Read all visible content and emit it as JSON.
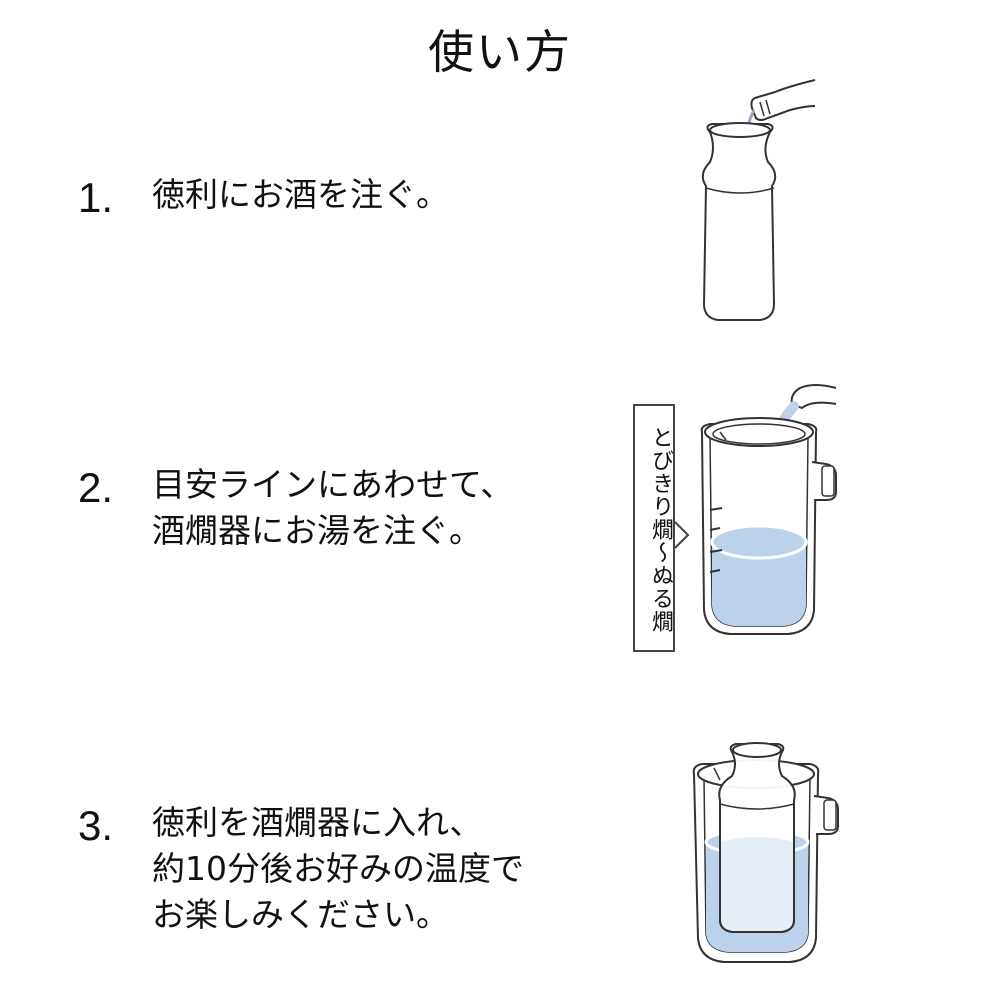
{
  "title": "使い方",
  "steps": [
    {
      "number": "1.",
      "lines": [
        "徳利にお酒を注ぐ。"
      ]
    },
    {
      "number": "2.",
      "lines": [
        "目安ラインにあわせて、",
        "酒燗器にお湯を注ぐ。"
      ]
    },
    {
      "number": "3.",
      "lines": [
        "徳利を酒燗器に入れ、",
        "約10分後お好みの温度で",
        "お楽しみください。"
      ]
    }
  ],
  "guide_label": "とびきり燗〜ぬる燗",
  "colors": {
    "water": "#bcd1ea",
    "line": "#333333",
    "text": "#111111"
  }
}
